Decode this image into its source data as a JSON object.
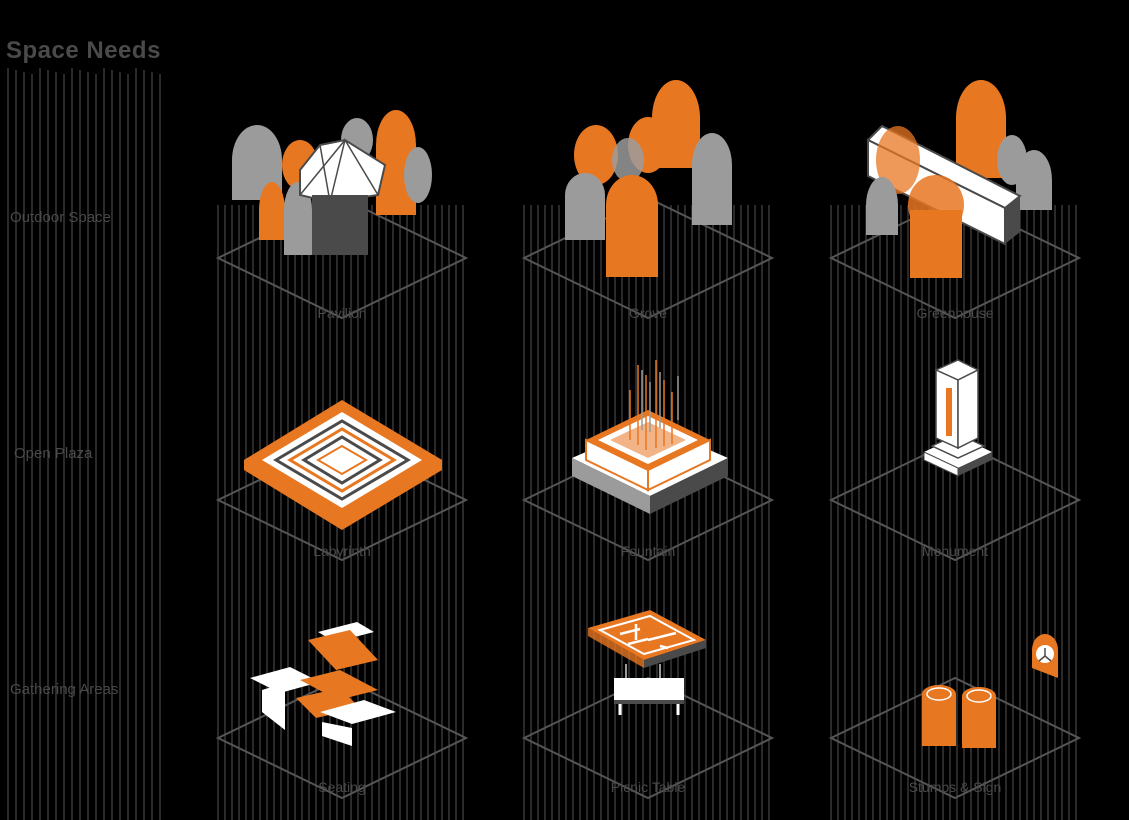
{
  "title": "Space Needs",
  "row_labels": [
    "Outdoor Space",
    "Open Plaza",
    "Gathering Areas"
  ],
  "columns": [
    {
      "scenes": [
        {
          "icon": "pavilion-with-trees-icon",
          "caption": "Pavilion"
        },
        {
          "icon": "labyrinth-plaza-icon",
          "caption": "Labyrinth"
        },
        {
          "icon": "bleacher-seating-icon",
          "caption": "Seating"
        }
      ]
    },
    {
      "scenes": [
        {
          "icon": "grove-trees-icon",
          "caption": "Grove"
        },
        {
          "icon": "fountain-icon",
          "caption": "Fountain"
        },
        {
          "icon": "picnic-table-icon",
          "caption": "Picnic Table"
        }
      ]
    },
    {
      "scenes": [
        {
          "icon": "greenhouse-icon",
          "caption": "Greenhouse"
        },
        {
          "icon": "monument-icon",
          "caption": "Monument"
        },
        {
          "icon": "stumps-and-sign-icon",
          "caption": "Stumps & Sign"
        }
      ]
    }
  ],
  "colors": {
    "background": "#000000",
    "line": "#555555",
    "accent": "#E87722",
    "gray": "#9B9B9B",
    "white": "#FFFFFF",
    "dark": "#4A4A4A"
  }
}
